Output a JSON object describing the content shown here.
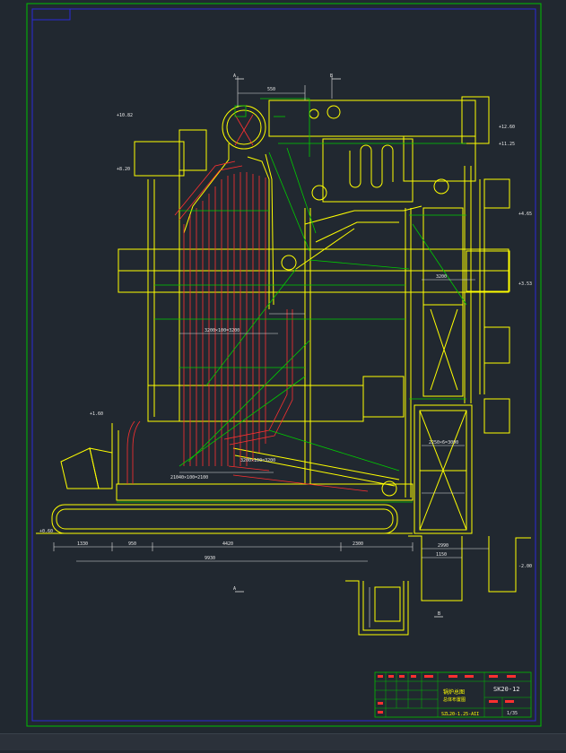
{
  "drawing": {
    "colors": {
      "background": "#212830",
      "structure": "#ffff00",
      "water_tubes": "#ff3030",
      "steel_frame": "#00cc00",
      "border": "#00c000",
      "frame_inner": "#2a2ad8",
      "dimensions": "#ffffff",
      "accent": "#ff00ff"
    },
    "section_marks": {
      "top_left": "A",
      "top_right": "B",
      "bottom_left": "A",
      "bottom_right": "B"
    },
    "dimension_labels": {
      "top_span": "550",
      "bottom_1": "1330",
      "bottom_2": "950",
      "bottom_3": "4420",
      "bottom_4": "2300",
      "overall": "9930",
      "right_1": "2990",
      "right_2": "1150",
      "tube_top": "3200×100=3200",
      "tube_bottom": "21040×100=2100",
      "mid_span": "3200×100=3200",
      "shaft_span": "3200",
      "furnace_width": "2250×6=3000"
    },
    "elevations": {
      "e1": "+12.60",
      "e2": "+11.25",
      "e3": "+10.82",
      "e4": "+8.20",
      "e5": "+4.65",
      "e6": "+3.53",
      "e7": "+1.60",
      "e8": "+0.60",
      "e9": "-2.00"
    },
    "title_block": {
      "drawing_no": "SK20-12",
      "title_line1": "锅炉总图",
      "title_line2": "总体布置图",
      "model": "SZL20-1.25-AII",
      "sheet": "1/35"
    }
  }
}
